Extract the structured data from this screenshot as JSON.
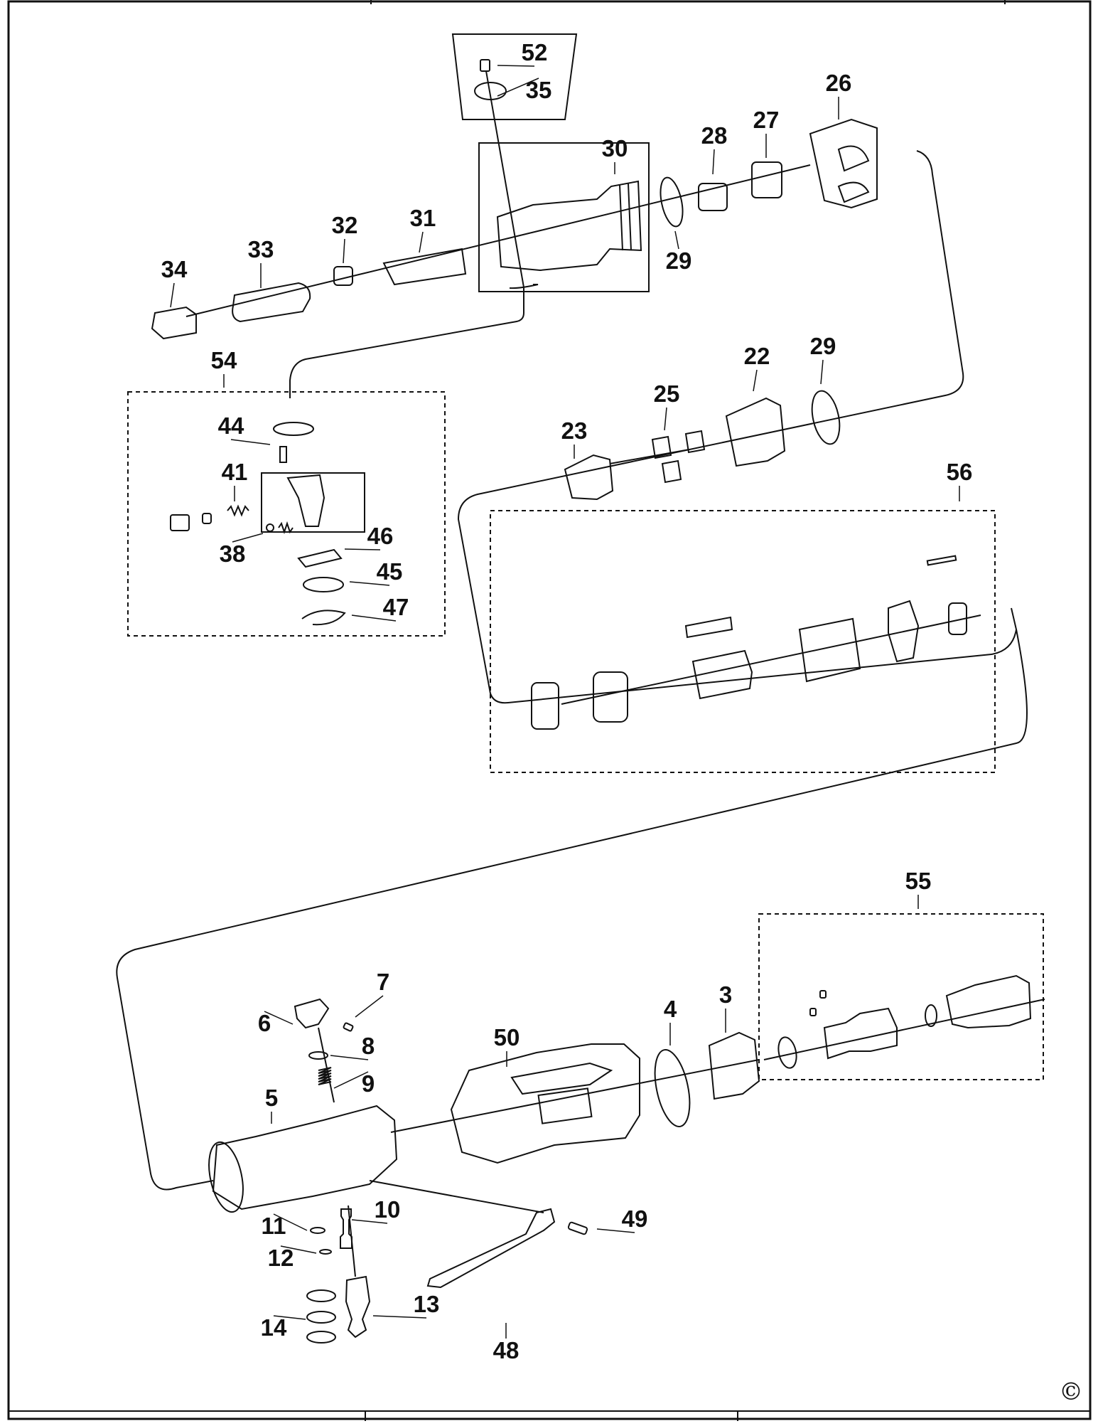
{
  "diagram": {
    "type": "exploded-parts-diagram",
    "callouts": [
      "52",
      "35",
      "30",
      "26",
      "28",
      "27",
      "29",
      "31",
      "32",
      "33",
      "34",
      "54",
      "44",
      "41",
      "38",
      "46",
      "45",
      "47",
      "22",
      "29",
      "25",
      "23",
      "56",
      "55",
      "7",
      "6",
      "8",
      "9",
      "5",
      "50",
      "4",
      "3",
      "10",
      "11",
      "12",
      "13",
      "14",
      "48",
      "49"
    ],
    "copyright": "©"
  }
}
